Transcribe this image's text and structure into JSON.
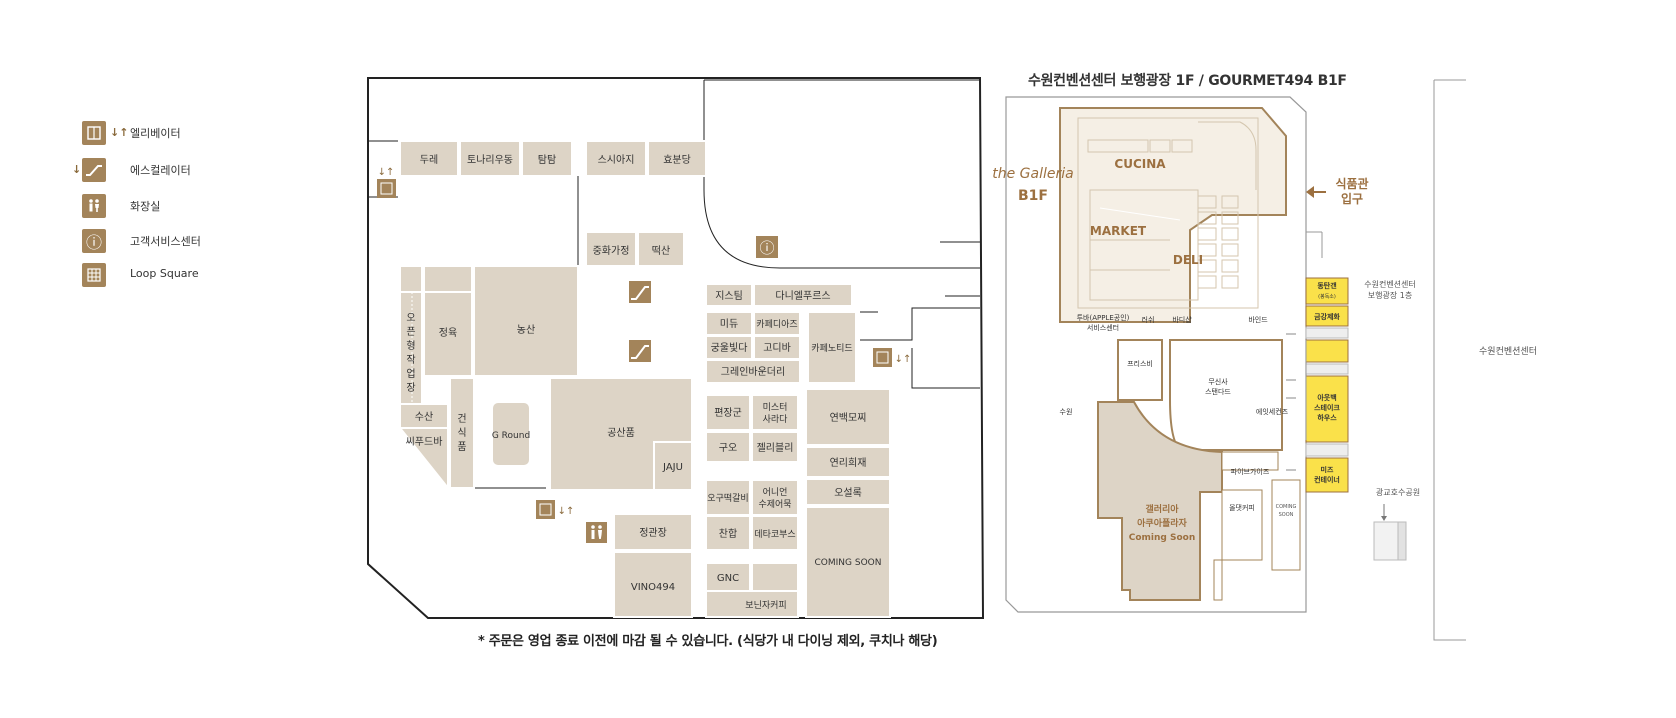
{
  "legend": [
    {
      "label": "엘리베이터",
      "icon": "elevator-icon",
      "arrows": "↓↑"
    },
    {
      "label": "에스컬레이터",
      "icon": "escalator-icon",
      "arrows": "↓↑"
    },
    {
      "label": "화장실",
      "icon": "restroom-icon"
    },
    {
      "label": "고객서비스센터",
      "icon": "info-icon",
      "glyph": "ⓘ"
    },
    {
      "label": "Loop Square",
      "icon": "loop-square-icon"
    }
  ],
  "left_map": {
    "stores": {
      "dure": "두레",
      "tonari": "토나리우동",
      "tamtam": "탐탐",
      "sushi": "스시아지",
      "hyobun": "효분당",
      "junghwa": "중화가정",
      "tteoksan": "떡산",
      "jongyuk": "정육",
      "nongsan": "농산",
      "open": [
        "오",
        "픈",
        "형",
        "작",
        "업",
        "장"
      ],
      "susan": "수산",
      "seafood": "씨푸드바",
      "geonsik": [
        "건",
        "식",
        "품"
      ],
      "ground": "G Round",
      "gongsan": "공산품",
      "jaju": "JAJU",
      "jistin": "지스팀",
      "dani": "다니엘푸르스",
      "midu": "미듀",
      "cafediaz": "카페디아즈",
      "gungul": "궁울빛다",
      "godiba": "고디바",
      "green": "그레인바운더리",
      "novelty": "카페노티드",
      "pyeonjang": "편장군",
      "mister": [
        "미스터",
        "사라다"
      ],
      "guo": "구오",
      "jelly": "젤리블리",
      "ogu": "오구떡갈비",
      "onion": [
        "어니언",
        "수제어묵"
      ],
      "chanhab": "찬합",
      "detail": "데타코부스",
      "gnc": "GNC",
      "bonin": "보닌자커피",
      "jeonggwan": "정관장",
      "vino": "VINO494",
      "yeonbaek": "연백모찌",
      "yeonri": "연리희재",
      "oseol": "오설록",
      "coming": "COMING SOON"
    },
    "escalator_arrows": "↓ ↑",
    "elevator_arrows": "↓↑",
    "info_glyph": "ⓘ"
  },
  "note": "* 주문은 영업 종료 이전에 마감 될 수 있습니다. (식당가 내 다이닝 제외, 쿠치나 해당)",
  "right_map": {
    "title": "수원컨벤션센터 보행광장 1F /  GOURMET494  B1F",
    "galleria_logo": "the Galleria",
    "b1f": "B1F",
    "cucina": "CUCINA",
    "market": "MARKET",
    "deli": "DELI",
    "food_entrance": [
      "식품관",
      "입구"
    ],
    "dongtan": "동탄갠",
    "dongtan_sub": "(봉독소)",
    "geumgang": "금강제화",
    "outback": [
      "아웃백",
      "스테이크",
      "하우스"
    ],
    "mizu": [
      "미즈",
      "컨테이너"
    ],
    "convention_1f": [
      "수원컨벤션센터",
      "보행광장 1층"
    ],
    "convention": "수원컨벤션센터",
    "park": "광교호수공원",
    "tubaa": [
      "투바(APPLE공인)",
      "서비스센터"
    ],
    "rush": "러쉬",
    "bodyshop": "바디샵",
    "bind": "바인드",
    "freesbee": "프리스비",
    "musinsa": [
      "무신사",
      "스탠다드"
    ],
    "eiset": "에잇세컨즈",
    "suwon": "수원",
    "fiveguys": "파이브가이즈",
    "olset": "올댓커피",
    "coming_small": [
      "COMING",
      "SOON"
    ],
    "aquarium": [
      "갤러리아",
      "아쿠아플라자",
      "Coming Soon"
    ]
  },
  "colors": {
    "store_fill": "#ddd4c6",
    "brown": "#a3845a",
    "yellow": "#fae14a",
    "accent_brown": "#9c7040"
  }
}
